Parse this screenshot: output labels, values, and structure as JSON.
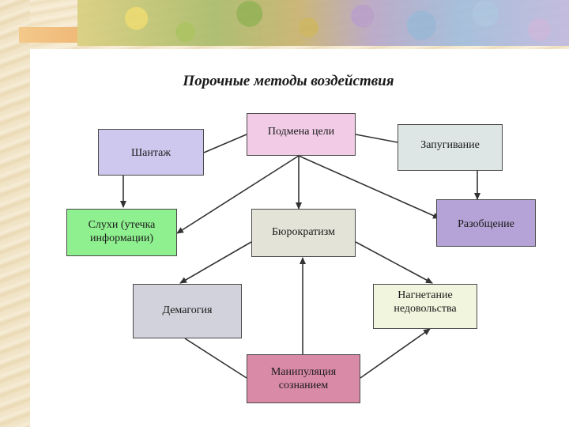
{
  "title": "Порочные методы воздействия",
  "nodes": {
    "substitution": {
      "label": "Подмена цели",
      "color": "#f2cce6"
    },
    "blackmail": {
      "label": "Шантаж",
      "color": "#cfc8ee"
    },
    "intimidation": {
      "label": "Запугивание",
      "color": "#dde6e4"
    },
    "rumors": {
      "label": "Слухи (утечка информации)",
      "color": "#8ff090"
    },
    "bureaucratism": {
      "label": "Бюрократизм",
      "color": "#e3e3d8"
    },
    "disunity": {
      "label": "Разобщение",
      "color": "#b5a2d6"
    },
    "demagogy": {
      "label": "Демагогия",
      "color": "#d2d2dc"
    },
    "discontent": {
      "label": "Нагнетание недовольства",
      "color": "#f2f5dd"
    },
    "manipulation": {
      "label": "Манипуляция сознанием",
      "color": "#d98aa6"
    }
  }
}
